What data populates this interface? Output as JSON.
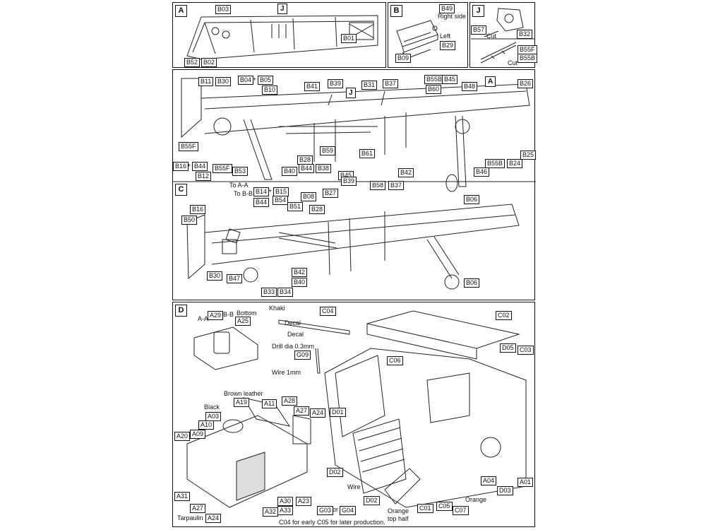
{
  "panels": {
    "a": {
      "label": "A",
      "parts": [
        "B03",
        "B01",
        "B52",
        "B02"
      ],
      "callout": "J"
    },
    "b": {
      "label": "B",
      "parts": [
        "B49",
        "B29",
        "B09"
      ],
      "texts": [
        "Right side",
        "Left"
      ]
    },
    "j": {
      "label": "J",
      "parts": [
        "B57",
        "B32",
        "B55F",
        "B55B"
      ],
      "texts": [
        "Cut",
        "Cut"
      ]
    },
    "upper": {
      "parts": [
        "B11",
        "B30",
        "B04",
        "B05",
        "B10",
        "B41",
        "B39",
        "B31",
        "B37",
        "B55B",
        "B45",
        "B60",
        "B48",
        "B26",
        "B55F",
        "B16",
        "B44",
        "B12",
        "B55F",
        "B53",
        "B59",
        "B28",
        "B40",
        "B44",
        "B38",
        "B61",
        "B45",
        "B39",
        "B58",
        "B37",
        "B42",
        "B46",
        "B55B",
        "B24",
        "B25"
      ],
      "callouts": [
        "J",
        "A"
      ]
    },
    "c": {
      "label": "C",
      "parts": [
        "B14",
        "B15",
        "B08",
        "B27",
        "B44",
        "B54",
        "B51",
        "B28",
        "B06",
        "B16",
        "B50",
        "B30",
        "B42",
        "B47",
        "B40",
        "B33",
        "B34",
        "B06"
      ],
      "texts": [
        "To A-A",
        "To B-B"
      ]
    },
    "d": {
      "label": "D",
      "parts": [
        "A29",
        "A25",
        "C04",
        "C02",
        "G09",
        "D05",
        "C03",
        "C06",
        "A19",
        "A11",
        "A28",
        "A03",
        "A27",
        "A24",
        "A10",
        "D01",
        "A20",
        "A09",
        "A31",
        "A27",
        "A24",
        "D02",
        "A32",
        "A33",
        "A23",
        "A30",
        "G03",
        "G04",
        "D02",
        "C01",
        "C05",
        "C07",
        "A04",
        "D03",
        "A01"
      ],
      "texts": [
        "A-A",
        "B-B",
        "Bottom",
        "Khaki",
        "Decal",
        "Decal",
        "Drill dia 0.3mm",
        "Wire 1mm",
        "Brown leather",
        "Black",
        "Tarpaulin",
        "Wire",
        "Orange top half",
        "Orange",
        "or"
      ],
      "footnote": "C04 for early C05 for later production."
    }
  }
}
